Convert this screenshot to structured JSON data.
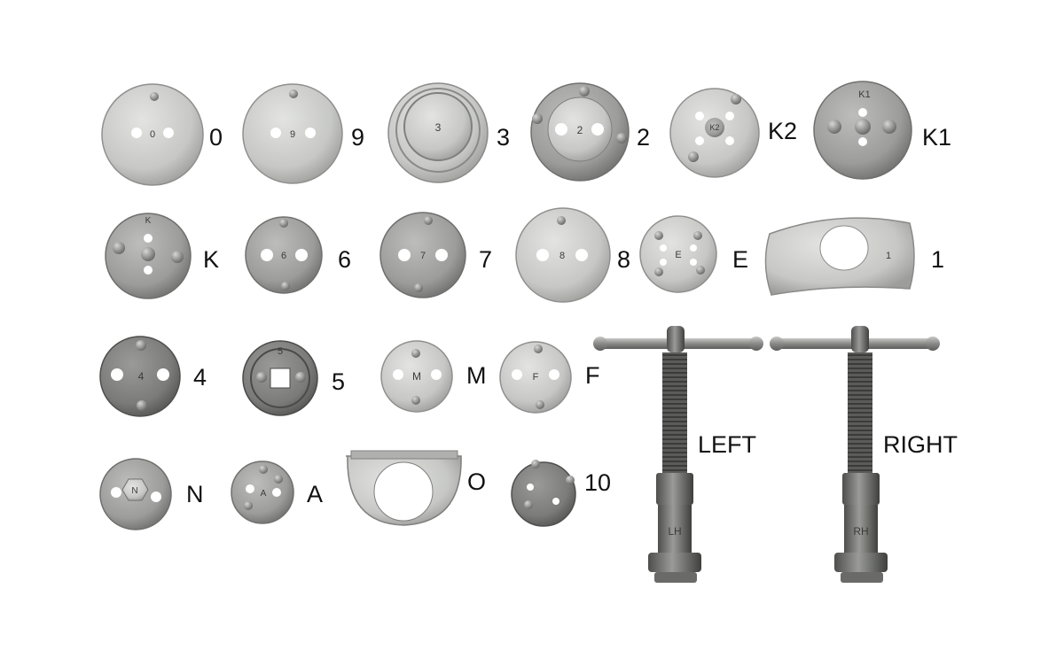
{
  "adapters": [
    {
      "id": "a-0",
      "label": "0",
      "stamp": "0",
      "kind": "disc"
    },
    {
      "id": "a-9",
      "label": "9",
      "stamp": "9",
      "kind": "disc"
    },
    {
      "id": "a-3",
      "label": "3",
      "stamp": "3",
      "kind": "stepped"
    },
    {
      "id": "a-2",
      "label": "2",
      "stamp": "2",
      "kind": "disc"
    },
    {
      "id": "a-k2",
      "label": "K2",
      "stamp": "K2",
      "kind": "disc"
    },
    {
      "id": "a-k1",
      "label": "K1",
      "stamp": "K1",
      "kind": "disc"
    },
    {
      "id": "a-k",
      "label": "K",
      "stamp": "K",
      "kind": "disc"
    },
    {
      "id": "a-6",
      "label": "6",
      "stamp": "6",
      "kind": "disc"
    },
    {
      "id": "a-7",
      "label": "7",
      "stamp": "7",
      "kind": "disc"
    },
    {
      "id": "a-8",
      "label": "8",
      "stamp": "8",
      "kind": "disc"
    },
    {
      "id": "a-e",
      "label": "E",
      "stamp": "E",
      "kind": "disc"
    },
    {
      "id": "a-1",
      "label": "1",
      "stamp": "1",
      "kind": "plate"
    },
    {
      "id": "a-4",
      "label": "4",
      "stamp": "4",
      "kind": "disc"
    },
    {
      "id": "a-5",
      "label": "5",
      "stamp": "5",
      "kind": "disc"
    },
    {
      "id": "a-m",
      "label": "M",
      "stamp": "M",
      "kind": "disc"
    },
    {
      "id": "a-f",
      "label": "F",
      "stamp": "F",
      "kind": "disc"
    },
    {
      "id": "a-n",
      "label": "N",
      "stamp": "N",
      "kind": "disc"
    },
    {
      "id": "a-a",
      "label": "A",
      "stamp": "A",
      "kind": "disc"
    },
    {
      "id": "a-o",
      "label": "O",
      "stamp": "",
      "kind": "bracket"
    },
    {
      "id": "a-10",
      "label": "10",
      "stamp": "",
      "kind": "disc"
    }
  ],
  "tools": [
    {
      "id": "t-left",
      "label": "LEFT",
      "stamp": "LH"
    },
    {
      "id": "t-right",
      "label": "RIGHT",
      "stamp": "RH"
    }
  ],
  "colors": {
    "metal_light": "#cfd0cd",
    "metal_mid": "#a9aaa7",
    "metal_dark": "#6f706d",
    "text": "#111111",
    "bg": "#ffffff"
  }
}
